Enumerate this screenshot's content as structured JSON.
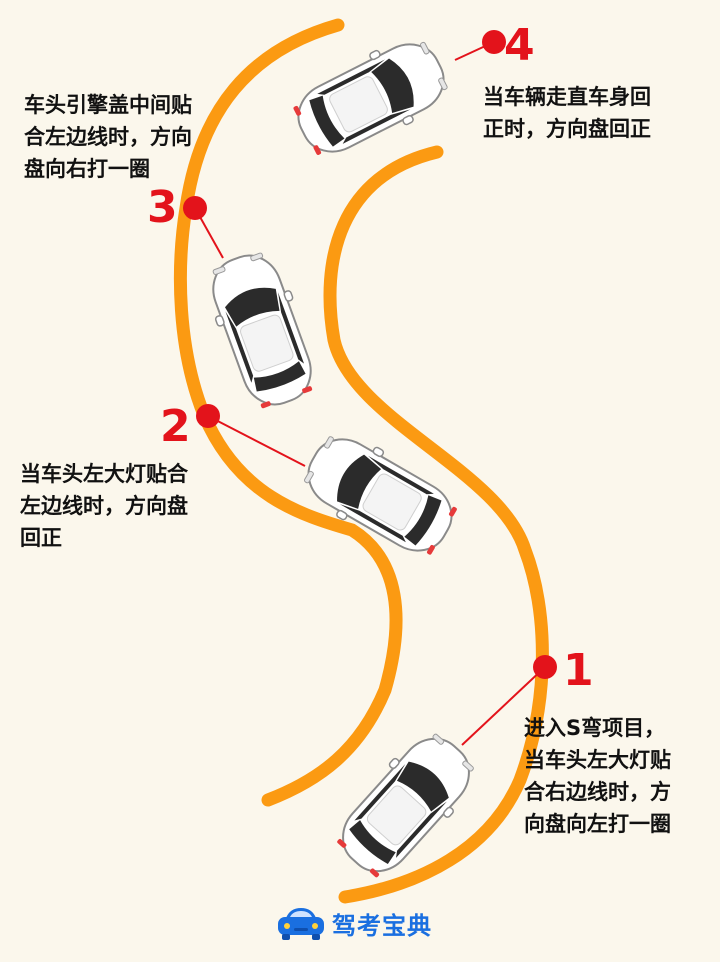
{
  "steps": [
    {
      "number": "1",
      "text": "进入S弯项目，\n当车头左大灯贴\n合右边线时，方\n向盘向左打一圈"
    },
    {
      "number": "2",
      "text": "当车头左大灯贴合\n左边线时，方向盘\n回正"
    },
    {
      "number": "3",
      "text": "车头引擎盖中间贴\n合左边线时，方向\n盘向右打一圈"
    },
    {
      "number": "4",
      "text": "当车辆走直车身回\n正时，方向盘回正"
    }
  ],
  "brand": {
    "name": "驾考宝典",
    "icon": "car-icon"
  },
  "colors": {
    "road": "#fb9a12",
    "marker": "#e3131b",
    "brand": "#1a6fe0",
    "background": "#fbf7ec"
  }
}
